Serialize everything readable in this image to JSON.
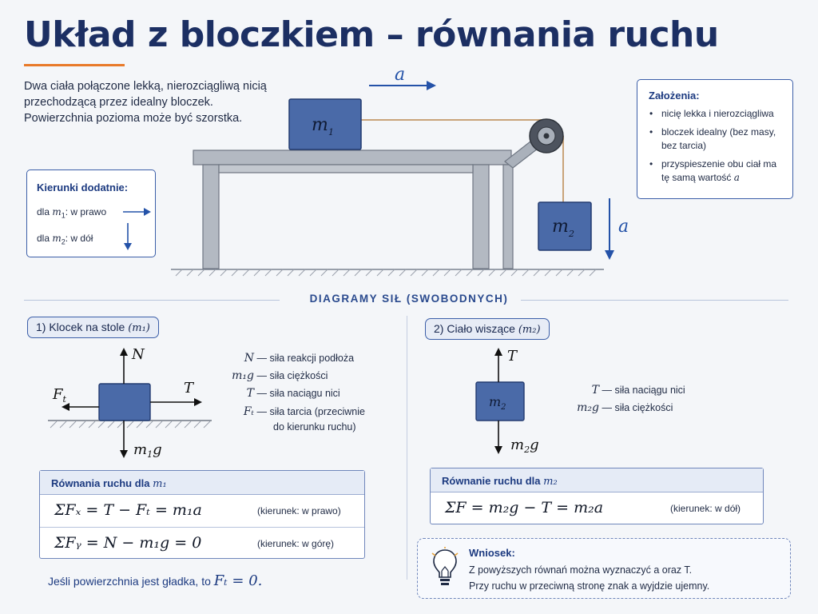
{
  "title": "Układ z bloczkiem – równania ruchu",
  "intro": "Dwa ciała połączone lekką, nierozciągliwą nicią przechodzącą przez idealny bloczek. Powierzchnia pozioma może być szorstka.",
  "top_diagram": {
    "accel_h": "a",
    "accel_v": "a",
    "m1": "m",
    "m1_sub": "1",
    "m2": "m",
    "m2_sub": "2"
  },
  "directions": {
    "title": "Kierunki dodatnie:",
    "m1_prefix": "dla",
    "m1_var": "m",
    "m1_sub": "1",
    "m1_text": ": w prawo",
    "m2_prefix": "dla",
    "m2_var": "m",
    "m2_sub": "2",
    "m2_text": ": w dół"
  },
  "assumptions": {
    "title": "Założenia:",
    "items": [
      "nicię lekka i nierozciągliwa",
      "bloczek idealny (bez masy, bez tarcia)",
      "przyspieszenie obu ciał ma tę samą wartość"
    ],
    "item3_var": "a"
  },
  "section_label": "DIAGRAMY SIŁ (SWOBODNYCH)",
  "panel1": {
    "title": "1) Klocek na stole",
    "title_var": "(m₁)",
    "forces": {
      "N": "N",
      "T": "T",
      "Ft": "F",
      "Ft_sub": "t",
      "weight": "m",
      "weight_sub": "1",
      "weight_g": "g"
    },
    "legend": [
      {
        "sym": "N",
        "text": "— siła reakcji podłoża"
      },
      {
        "sym": "m₁g",
        "text": "— siła ciężkości"
      },
      {
        "sym": "T",
        "text": "— siła naciągu nici"
      },
      {
        "sym": "Fₜ",
        "text": "— siła tarcia (przeciwnie"
      }
    ],
    "legend_cont": "do kierunku ruchu)",
    "eq_title": "Równania ruchu dla",
    "eq_title_var": "m₁",
    "eq1": "ΣFₓ = T − Fₜ = m₁a",
    "eq1_note": "(kierunek: w prawo)",
    "eq2": "ΣFᵧ = N − m₁g = 0",
    "eq2_note": "(kierunek: w górę)",
    "smooth_text": "Jeśli powierzchnia jest gładka, to",
    "smooth_eq": "Fₜ = 0."
  },
  "panel2": {
    "title": "2) Ciało wiszące",
    "title_var": "(m₂)",
    "forces": {
      "T": "T",
      "weight": "m",
      "weight_sub": "2",
      "weight_g": "g",
      "block": "m",
      "block_sub": "2"
    },
    "legend": [
      {
        "sym": "T",
        "text": "— siła naciągu nici"
      },
      {
        "sym": "m₂g",
        "text": "— siła ciężkości"
      }
    ],
    "eq_title": "Równanie ruchu dla",
    "eq_title_var": "m₂",
    "eq": "ΣF = m₂g − T = m₂a",
    "eq_note": "(kierunek: w dół)"
  },
  "conclusion": {
    "title": "Wniosek:",
    "line1": "Z powyższych równań można wyznaczyć a oraz T.",
    "line2": "Przy ruchu w przeciwną stronę znak a wyjdzie ujemny."
  },
  "colors": {
    "navy": "#1c2f63",
    "accent_orange": "#e87a2a",
    "block_blue": "#4a6aa8",
    "border_blue": "#3b5ea8",
    "table_gray": "#a9b0ba",
    "rope": "#c9a47a"
  },
  "icons": [
    "lightbulb-icon",
    "arrow-right-icon",
    "arrow-down-icon"
  ]
}
